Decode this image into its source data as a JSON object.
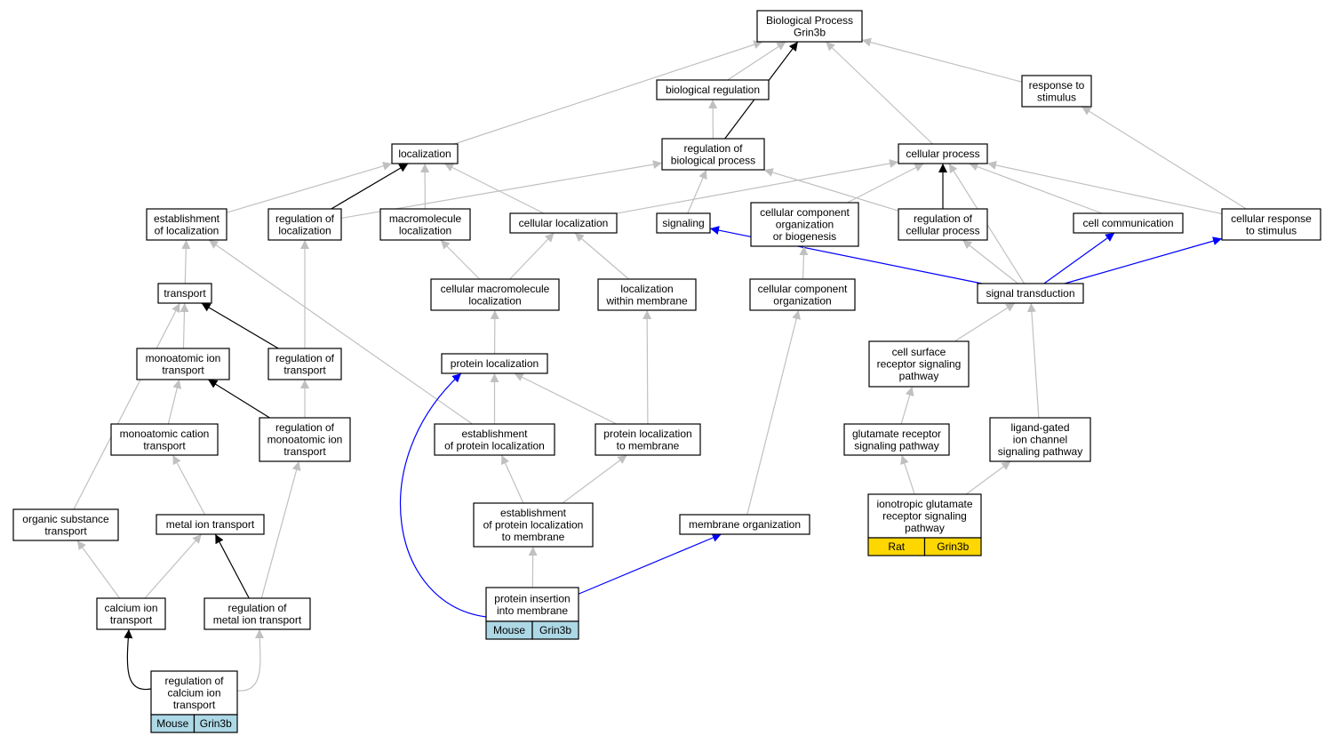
{
  "colors": {
    "gray": "#c0c0c0",
    "black": "#000000",
    "blue": "#0000ff",
    "mouse": "#add8e6",
    "rat": "#ffd700"
  },
  "nodes": {
    "bp": [
      "Biological Process",
      "Grin3b"
    ],
    "biological_regulation": [
      "biological regulation"
    ],
    "response_to_stimulus": [
      "response to",
      "stimulus"
    ],
    "localization": [
      "localization"
    ],
    "regulation_of_biological_process": [
      "regulation of",
      "biological process"
    ],
    "cellular_process": [
      "cellular process"
    ],
    "establishment_of_localization": [
      "establishment",
      "of localization"
    ],
    "regulation_of_localization": [
      "regulation of",
      "localization"
    ],
    "macromolecule_localization": [
      "macromolecule",
      "localization"
    ],
    "cellular_localization": [
      "cellular localization"
    ],
    "signaling": [
      "signaling"
    ],
    "cellular_component_org_or_biogenesis": [
      "cellular component",
      "organization",
      "or biogenesis"
    ],
    "regulation_of_cellular_process": [
      "regulation of",
      "cellular process"
    ],
    "cell_communication": [
      "cell communication"
    ],
    "cellular_response_to_stimulus": [
      "cellular response",
      "to stimulus"
    ],
    "transport": [
      "transport"
    ],
    "cellular_macromolecule_localization": [
      "cellular macromolecule",
      "localization"
    ],
    "localization_within_membrane": [
      "localization",
      "within membrane"
    ],
    "cellular_component_organization": [
      "cellular component",
      "organization"
    ],
    "signal_transduction": [
      "signal transduction"
    ],
    "monoatomic_ion_transport": [
      "monoatomic ion",
      "transport"
    ],
    "regulation_of_transport": [
      "regulation of",
      "transport"
    ],
    "protein_localization": [
      "protein localization"
    ],
    "cell_surface_receptor_signaling": [
      "cell surface",
      "receptor signaling",
      "pathway"
    ],
    "monoatomic_cation_transport": [
      "monoatomic cation",
      "transport"
    ],
    "regulation_of_monoatomic_ion_transport": [
      "regulation of",
      "monoatomic ion",
      "transport"
    ],
    "establishment_of_protein_localization": [
      "establishment",
      "of protein localization"
    ],
    "protein_localization_to_membrane": [
      "protein localization",
      "to membrane"
    ],
    "glutamate_receptor_signaling": [
      "glutamate receptor",
      "signaling pathway"
    ],
    "ligand_gated_ion_channel": [
      "ligand-gated",
      "ion channel",
      "signaling pathway"
    ],
    "organic_substance_transport": [
      "organic substance",
      "transport"
    ],
    "metal_ion_transport": [
      "metal ion transport"
    ],
    "establishment_protein_loc_to_membrane": [
      "establishment",
      "of protein localization",
      "to membrane"
    ],
    "membrane_organization": [
      "membrane organization"
    ],
    "ionotropic_glutamate_receptor": [
      "ionotropic glutamate",
      "receptor signaling",
      "pathway"
    ],
    "calcium_ion_transport": [
      "calcium ion",
      "transport"
    ],
    "regulation_of_metal_ion_transport": [
      "regulation of",
      "metal ion transport"
    ],
    "protein_insertion_into_membrane": [
      "protein insertion",
      "into membrane"
    ],
    "regulation_of_calcium_ion_transport": [
      "regulation of",
      "calcium ion",
      "transport"
    ]
  },
  "annotations": {
    "ionotropic_glutamate_receptor": {
      "species": "Rat",
      "gene": "Grin3b",
      "color": "#ffd700"
    },
    "protein_insertion_into_membrane": {
      "species": "Mouse",
      "gene": "Grin3b",
      "color": "#add8e6"
    },
    "regulation_of_calcium_ion_transport": {
      "species": "Mouse",
      "gene": "Grin3b",
      "color": "#add8e6"
    }
  },
  "edges": [
    [
      "biological_regulation",
      "bp",
      "gray"
    ],
    [
      "regulation_of_biological_process",
      "bp",
      "black"
    ],
    [
      "response_to_stimulus",
      "bp",
      "gray"
    ],
    [
      "localization",
      "bp",
      "gray"
    ],
    [
      "cellular_process",
      "bp",
      "gray"
    ],
    [
      "regulation_of_biological_process",
      "biological_regulation",
      "gray"
    ],
    [
      "cellular_response_to_stimulus",
      "response_to_stimulus",
      "gray"
    ],
    [
      "establishment_of_localization",
      "localization",
      "gray"
    ],
    [
      "regulation_of_localization",
      "localization",
      "black"
    ],
    [
      "macromolecule_localization",
      "localization",
      "gray"
    ],
    [
      "cellular_localization",
      "localization",
      "gray"
    ],
    [
      "regulation_of_localization",
      "regulation_of_biological_process",
      "gray"
    ],
    [
      "signaling",
      "regulation_of_biological_process",
      "gray"
    ],
    [
      "regulation_of_cellular_process",
      "regulation_of_biological_process",
      "gray"
    ],
    [
      "cellular_localization",
      "cellular_process",
      "gray"
    ],
    [
      "cellular_component_org_or_biogenesis",
      "cellular_process",
      "gray"
    ],
    [
      "regulation_of_cellular_process",
      "cellular_process",
      "black"
    ],
    [
      "cell_communication",
      "cellular_process",
      "gray"
    ],
    [
      "cellular_response_to_stimulus",
      "cellular_process",
      "gray"
    ],
    [
      "signal_transduction",
      "cellular_process",
      "gray"
    ],
    [
      "transport",
      "establishment_of_localization",
      "gray"
    ],
    [
      "regulation_of_transport",
      "regulation_of_localization",
      "gray"
    ],
    [
      "cellular_macromolecule_localization",
      "macromolecule_localization",
      "gray"
    ],
    [
      "cellular_macromolecule_localization",
      "cellular_localization",
      "gray"
    ],
    [
      "localization_within_membrane",
      "cellular_localization",
      "gray"
    ],
    [
      "signal_transduction",
      "signaling",
      "blue"
    ],
    [
      "cellular_component_organization",
      "cellular_component_org_or_biogenesis",
      "gray"
    ],
    [
      "signal_transduction",
      "regulation_of_cellular_process",
      "gray"
    ],
    [
      "signal_transduction",
      "cell_communication",
      "blue"
    ],
    [
      "signal_transduction",
      "cellular_response_to_stimulus",
      "blue"
    ],
    [
      "monoatomic_ion_transport",
      "transport",
      "gray"
    ],
    [
      "regulation_of_transport",
      "transport",
      "black"
    ],
    [
      "organic_substance_transport",
      "transport",
      "gray"
    ],
    [
      "protein_localization",
      "cellular_macromolecule_localization",
      "gray"
    ],
    [
      "protein_localization_to_membrane",
      "localization_within_membrane",
      "gray"
    ],
    [
      "membrane_organization",
      "cellular_component_organization",
      "gray"
    ],
    [
      "cell_surface_receptor_signaling",
      "signal_transduction",
      "gray"
    ],
    [
      "ligand_gated_ion_channel",
      "signal_transduction",
      "gray"
    ],
    [
      "monoatomic_cation_transport",
      "monoatomic_ion_transport",
      "gray"
    ],
    [
      "regulation_of_monoatomic_ion_transport",
      "monoatomic_ion_transport",
      "black"
    ],
    [
      "regulation_of_monoatomic_ion_transport",
      "regulation_of_transport",
      "gray"
    ],
    [
      "establishment_of_protein_localization",
      "protein_localization",
      "gray"
    ],
    [
      "protein_localization_to_membrane",
      "protein_localization",
      "gray"
    ],
    [
      "establishment_of_protein_localization",
      "establishment_of_localization",
      "gray"
    ],
    [
      "glutamate_receptor_signaling",
      "cell_surface_receptor_signaling",
      "gray"
    ],
    [
      "metal_ion_transport",
      "monoatomic_cation_transport",
      "gray"
    ],
    [
      "regulation_of_metal_ion_transport",
      "regulation_of_monoatomic_ion_transport",
      "gray"
    ],
    [
      "establishment_protein_loc_to_membrane",
      "establishment_of_protein_localization",
      "gray"
    ],
    [
      "establishment_protein_loc_to_membrane",
      "protein_localization_to_membrane",
      "gray"
    ],
    [
      "ionotropic_glutamate_receptor",
      "glutamate_receptor_signaling",
      "gray"
    ],
    [
      "ionotropic_glutamate_receptor",
      "ligand_gated_ion_channel",
      "gray"
    ],
    [
      "calcium_ion_transport",
      "organic_substance_transport",
      "gray"
    ],
    [
      "calcium_ion_transport",
      "metal_ion_transport",
      "gray"
    ],
    [
      "regulation_of_metal_ion_transport",
      "metal_ion_transport",
      "black"
    ],
    [
      "protein_insertion_into_membrane",
      "establishment_protein_loc_to_membrane",
      "gray"
    ],
    [
      "protein_insertion_into_membrane",
      "protein_localization",
      "blue"
    ],
    [
      "protein_insertion_into_membrane",
      "membrane_organization",
      "blue"
    ],
    [
      "regulation_of_calcium_ion_transport",
      "calcium_ion_transport",
      "black"
    ],
    [
      "regulation_of_calcium_ion_transport",
      "regulation_of_metal_ion_transport",
      "gray"
    ]
  ]
}
